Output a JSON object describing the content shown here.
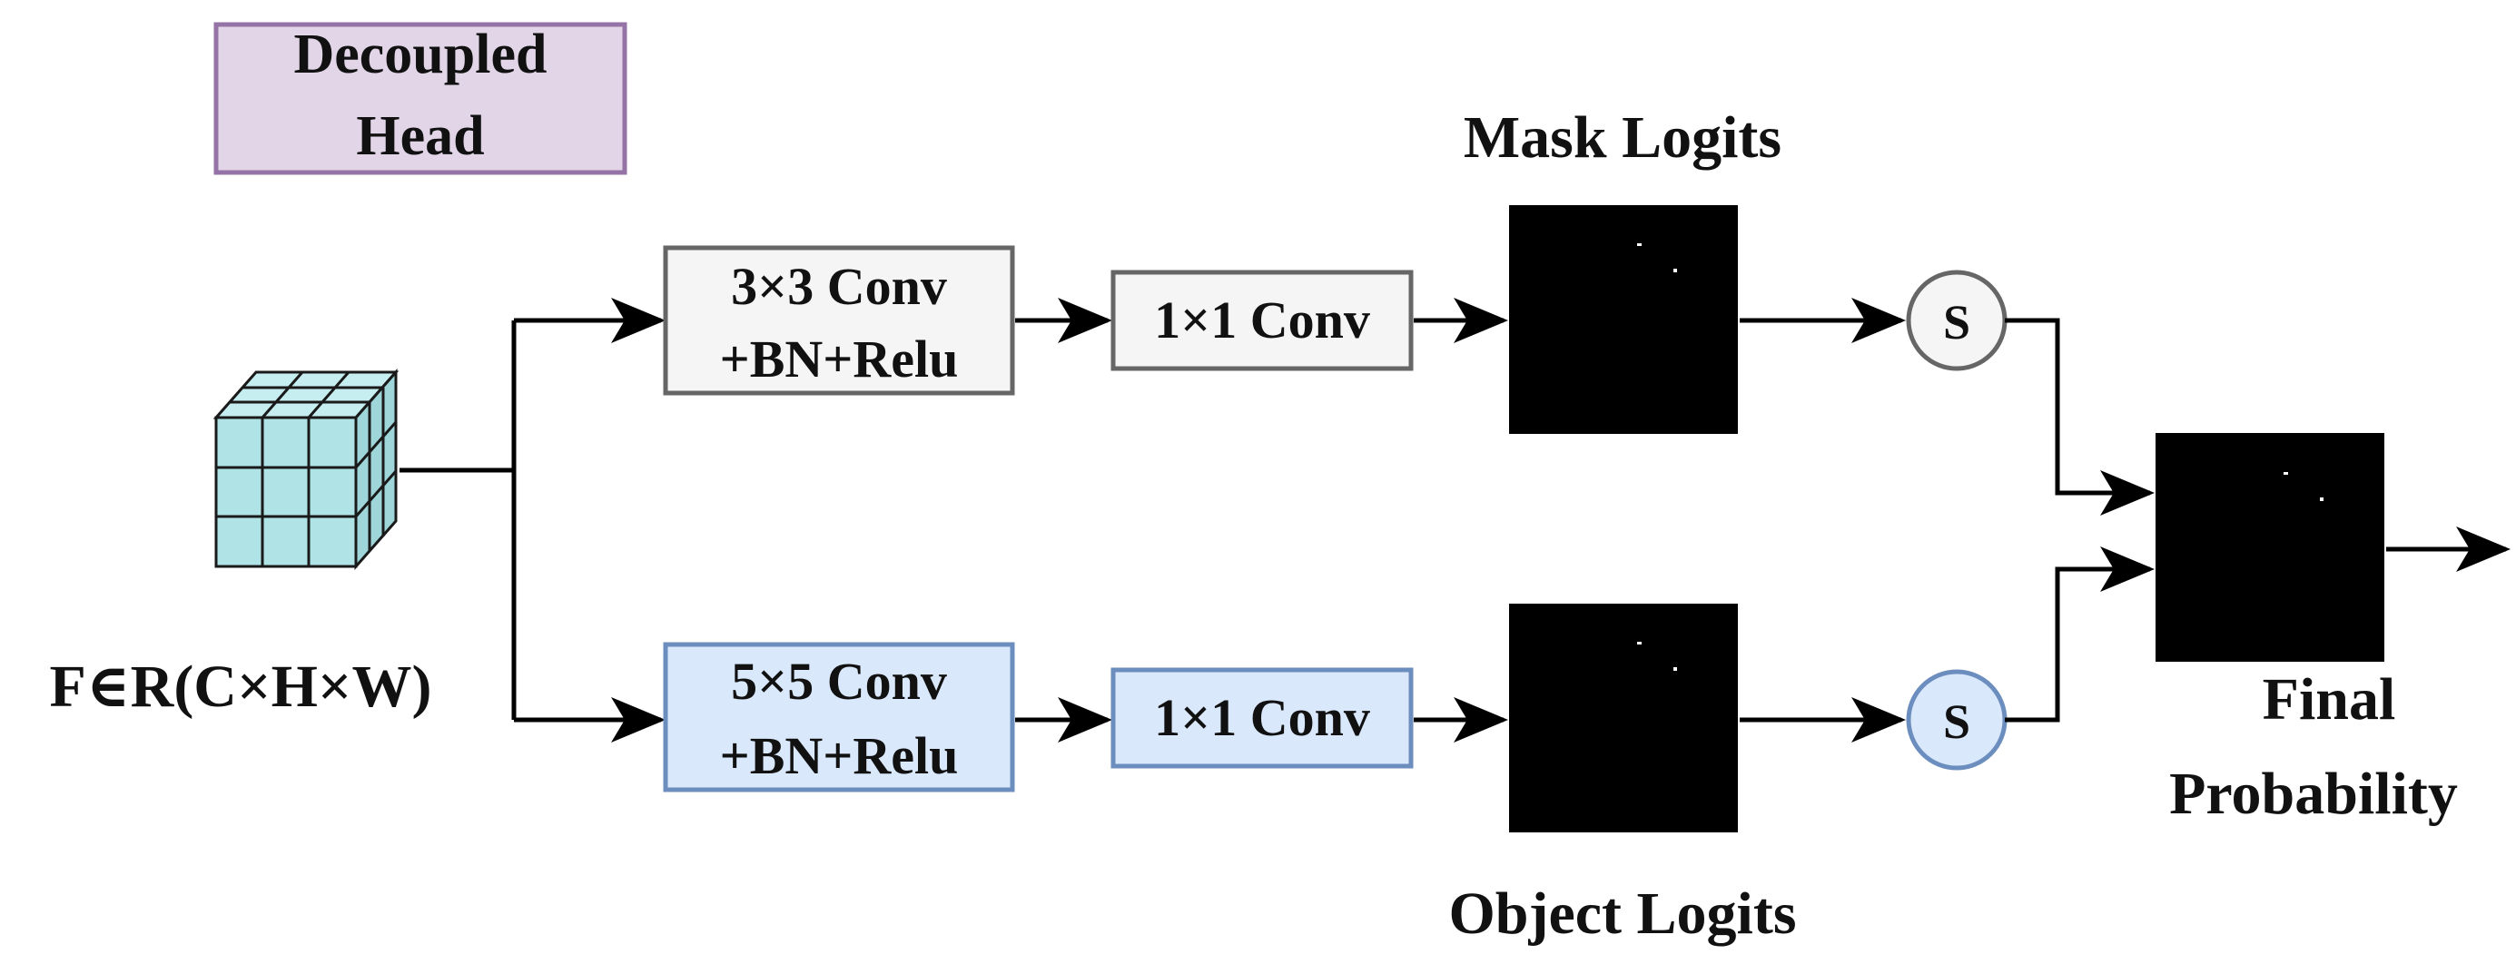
{
  "title_box": {
    "line1": "Decoupled",
    "line2": "Head"
  },
  "input": {
    "label": "F∈R(C×H×W)"
  },
  "top_branch": {
    "conv_a_line1": "3×3 Conv",
    "conv_a_line2": "+BN+Relu",
    "conv_b": "1×1 Conv",
    "output_label": "Mask Logits",
    "sigmoid": "S"
  },
  "bottom_branch": {
    "conv_a_line1": "5×5 Conv",
    "conv_a_line2": "+BN+Relu",
    "conv_b": "1×1 Conv",
    "output_label": "Object Logits",
    "sigmoid": "S"
  },
  "final": {
    "line1": "Final",
    "line2": "Probability"
  },
  "colors": {
    "title_fill": "#e1d5e7",
    "title_stroke": "#9673a6",
    "top_fill": "#f5f5f5",
    "top_stroke": "#666666",
    "bottom_fill": "#dae8fc",
    "bottom_stroke": "#6c8ebf",
    "cube_fill": "#b0e3e6",
    "map_fill": "#000000"
  }
}
